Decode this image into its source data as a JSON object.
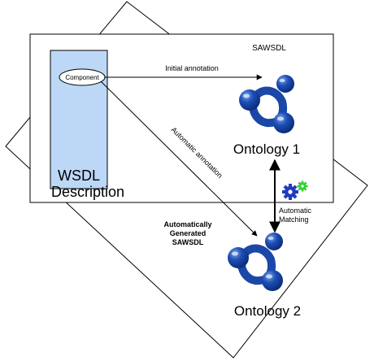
{
  "top_sheet": {
    "label": "SAWSDL"
  },
  "wsdl": {
    "component_label": "Component",
    "line1": "WSDL",
    "line2": "Description"
  },
  "arrows": {
    "initial": "Initial annotation",
    "automatic": "Automatic annotation",
    "matching_line1": "Automatic",
    "matching_line2": "Matching"
  },
  "generated": {
    "line1": "Automatically",
    "line2": "Generated",
    "line3": "SAWSDL"
  },
  "ontologies": [
    {
      "label": "Ontology 1",
      "icon": "ontology-icon"
    },
    {
      "label": "Ontology 2",
      "icon": "ontology-icon"
    }
  ],
  "colors": {
    "wsdl_fill": "#bcd8f6",
    "ontology_blue": "#1a47a8",
    "gear_blue": "#1f3cc0",
    "gear_green": "#2fd12f"
  }
}
